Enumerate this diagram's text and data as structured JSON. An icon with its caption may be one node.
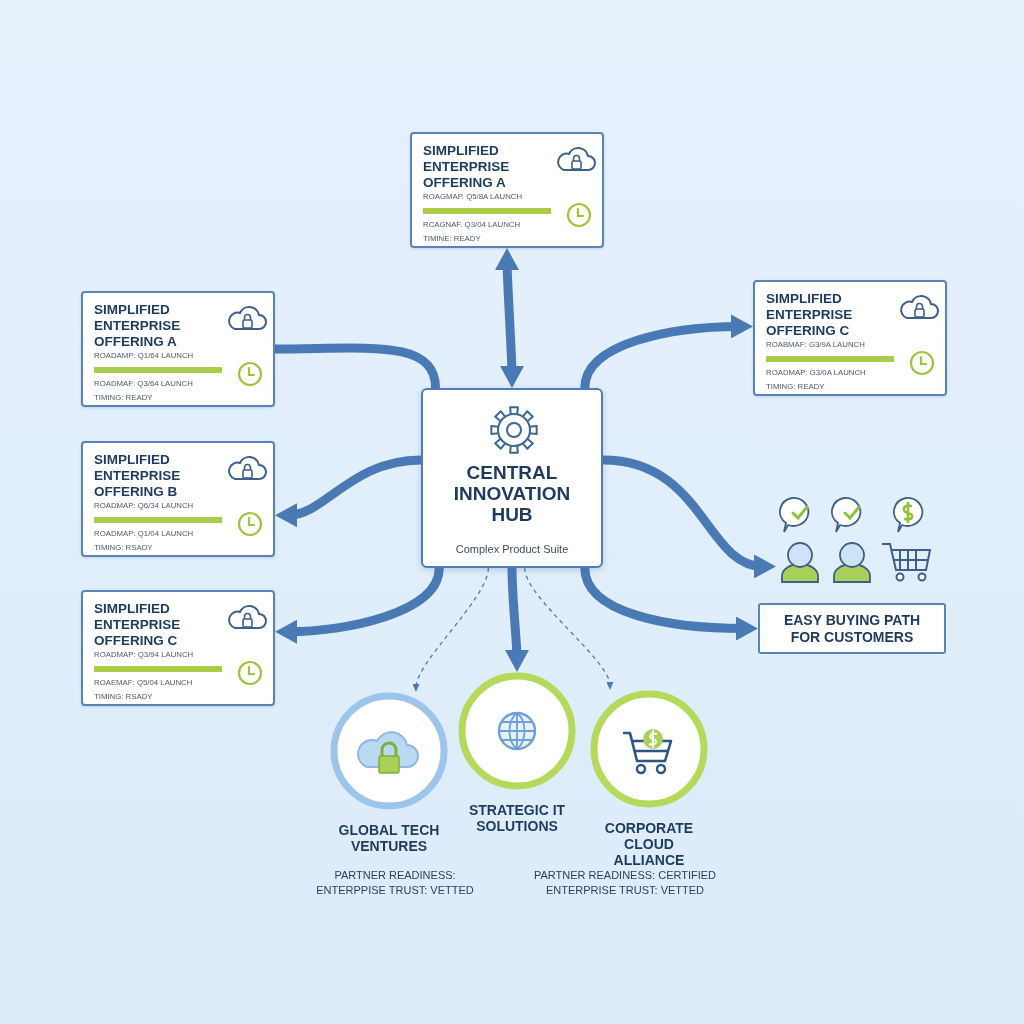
{
  "diagram": {
    "nodes": [
      {
        "text": [
          "SIMPLIFIED ENTERPRISE OFFERING A",
          "ROAGMAP. Q5/8A LAUNCH",
          "RCAGNAF. Q3/04 LAUNCH",
          "TIMINE: READY"
        ]
      },
      {
        "text": [
          "SIMPLIFIED ENTERPRISE OFFERING A",
          "ROADAMP: Q1/64 LAUNCH",
          "ROADMAF: Q3/64 LAUNCH",
          "TIMING: READY"
        ]
      },
      {
        "text": [
          "SIMPLIFIED ENTERPRISE OFFERING B",
          "ROADMAP: Q6/34 LAUNCH",
          "ROADMAP: Q1/04 LAUNCH",
          "TIMING: RSADY"
        ]
      },
      {
        "text": [
          "SIMPLIFIED ENTERPRISE OFFERING C",
          "ROADMAP: Q3/94 LAUNCH",
          "ROAEMAF: Q5/04 LAUNCH",
          "TIMING: RSADY"
        ]
      },
      {
        "text": [
          "SIMPLIFIED ENTERPRISE OFFERING C",
          "ROABMAF: G3/9A LAUNCH",
          "ROADMAP: G3/0A LAUNCH",
          "TIMING: READY"
        ]
      },
      {
        "text": [
          "CENTRAL INNOVATION HUB",
          "Complex Product Suite"
        ]
      },
      {
        "text": [],
        "shape": "person"
      },
      {
        "text": [
          "EASY BUYING PATH FOR CUSTOMERS"
        ]
      },
      {
        "text": [
          "GLOBAL TECH VENTURES"
        ],
        "beside": [
          "PARTNER READINESS:",
          "ENTERPPISE TRUST: VETTED"
        ]
      },
      {
        "text": [
          "STRATEGIC IT SOLUTIONS"
        ]
      },
      {
        "text": [
          "CORPORATE CLOUD ALLIANCE"
        ],
        "beside": [
          "PARTNER READINESS: CERTIFIED",
          "ENTERPRISE TRUST: VETTED"
        ]
      }
    ],
    "edges": [
      {
        "from": 0,
        "to": 5,
        "arrow": "both"
      },
      {
        "from": 1,
        "to": 5,
        "arrow": "none"
      },
      {
        "from": 5,
        "to": 2,
        "arrow": "to"
      },
      {
        "from": 5,
        "to": 3,
        "arrow": "to"
      },
      {
        "from": 5,
        "to": 4,
        "arrow": "to"
      },
      {
        "from": 5,
        "to": 6,
        "arrow": "to"
      },
      {
        "from": 5,
        "to": 7,
        "arrow": "to"
      },
      {
        "from": 5,
        "to": 9,
        "arrow": "to"
      },
      {
        "from": 5,
        "to": 8,
        "arrow": "to",
        "style": "dashed"
      },
      {
        "from": 5,
        "to": 10,
        "arrow": "to",
        "style": "dashed"
      }
    ]
  }
}
